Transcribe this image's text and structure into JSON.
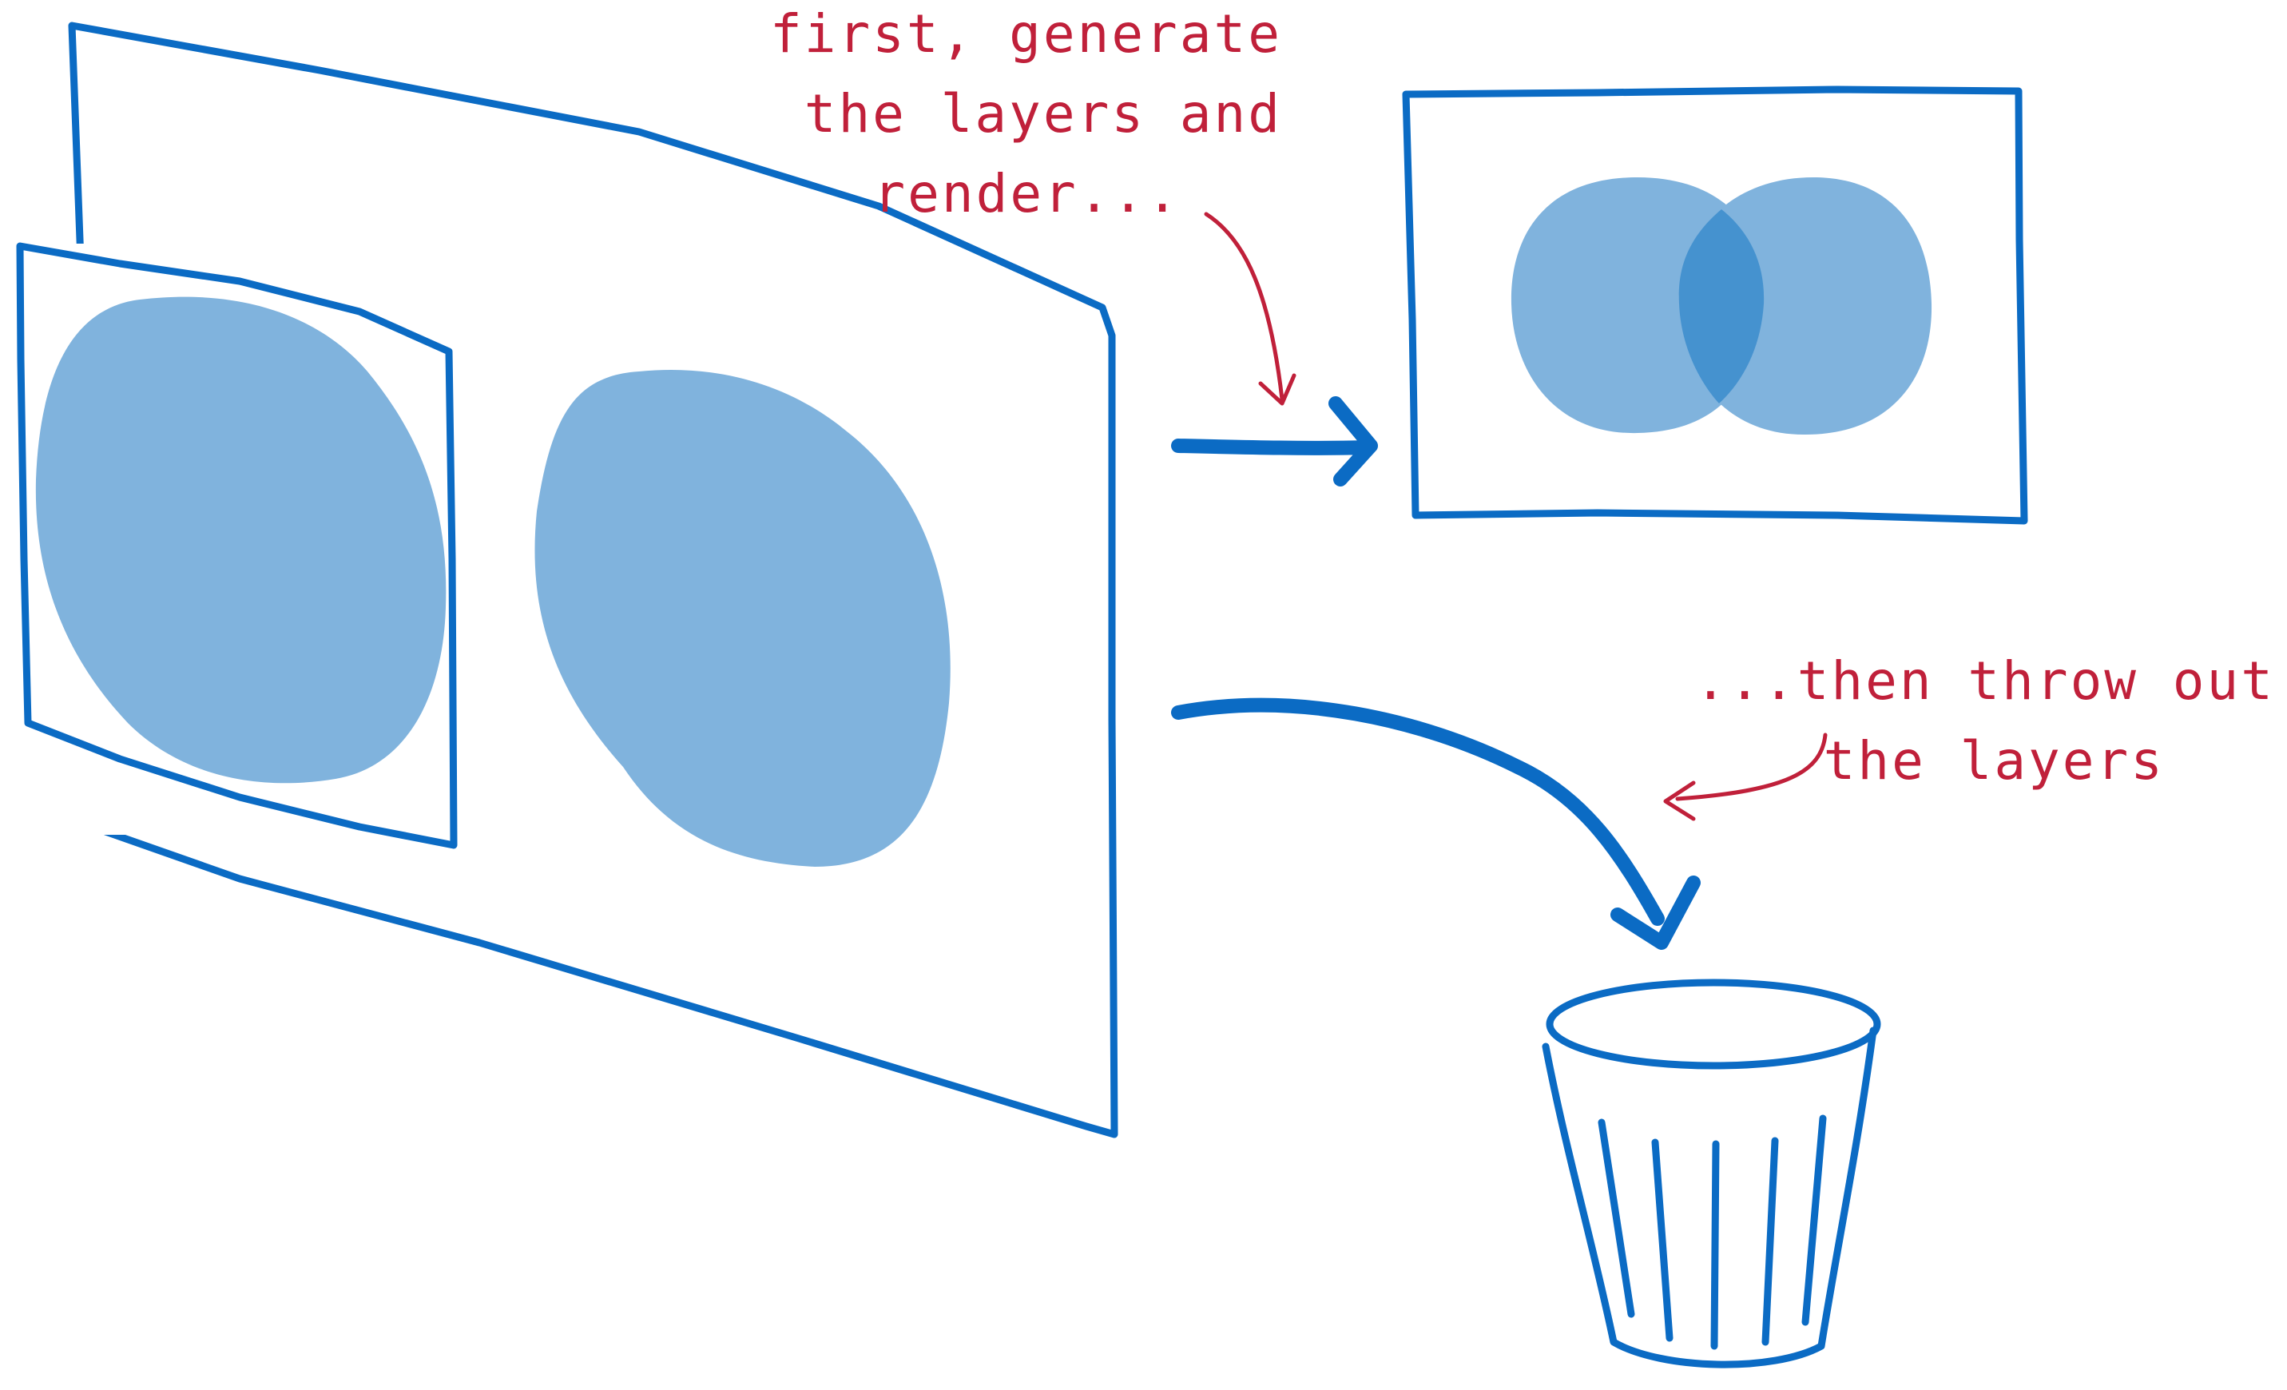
{
  "colors": {
    "line": "#0b6bc4",
    "fill": "#80b3dd",
    "overlap": "#4592cf",
    "annotation": "#c0203a",
    "background": "#ffffff"
  },
  "annotations": {
    "render_note": [
      "first, generate",
      "the layers and",
      "render..."
    ],
    "discard_note": [
      "...then throw out",
      "the layers"
    ]
  },
  "icons": {
    "trash": "trash-can-icon"
  }
}
